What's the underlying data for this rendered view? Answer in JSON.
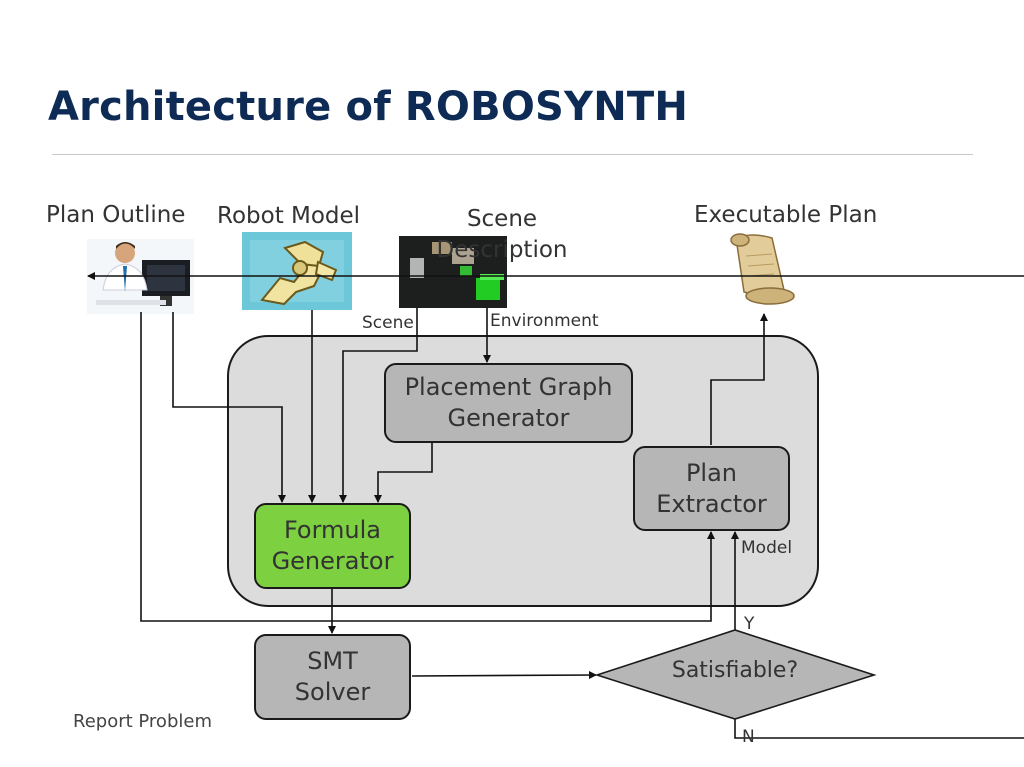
{
  "slide": {
    "title": "Architecture of ROBOSYNTH",
    "inputs": {
      "plan_outline": "Plan Outline",
      "robot_model": "Robot Model",
      "scene_description": "Scene\nDescription",
      "executable_plan": "Executable Plan"
    },
    "edge_labels": {
      "scene": "Scene",
      "environment": "Environment",
      "model": "Model",
      "yes": "Y",
      "no": "N"
    },
    "boxes": {
      "placement_graph_generator": "Placement Graph\nGenerator",
      "formula_generator": "Formula\nGenerator",
      "plan_extractor": "Plan\nExtractor",
      "smt_solver": "SMT\nSolver",
      "satisfiable": "Satisfiable?"
    },
    "footer": {
      "report_problem": "Report Problem"
    },
    "colors": {
      "title": "#0d2b55",
      "container_fill": "#dcdcdc",
      "box_fill": "#b6b6b6",
      "formula_fill": "#7dd03f"
    },
    "icons": {
      "plan_outline": "businessman-at-computer-image",
      "robot_model": "robot-arm-drawing-image",
      "scene_description": "3d-scene-render-image",
      "executable_plan": "scroll-image"
    }
  }
}
